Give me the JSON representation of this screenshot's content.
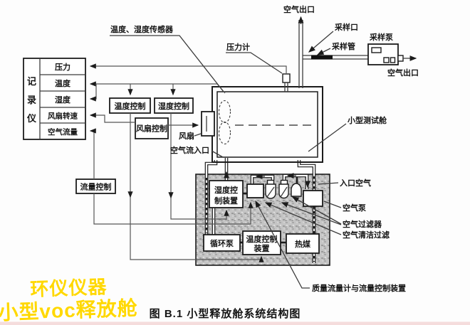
{
  "caption": "图 B.1  小型释放舱系统结构图",
  "watermark": {
    "line1": "环仪仪器",
    "line2": "小型voc释放舱",
    "color": "#ffd800"
  },
  "recorder": {
    "chars": [
      "记",
      "录",
      "仪"
    ],
    "rows": [
      "压力",
      "温度",
      "湿度",
      "风扇转速",
      "空气流量"
    ]
  },
  "controls": {
    "temperature": "温度控制",
    "humidity": "湿度控制",
    "fan": "风扇控制",
    "flow": "流量控制"
  },
  "chamber": {
    "name": "小型测试舱",
    "fan": "风扇",
    "air_inlet": "空气流入口",
    "sensor": "温度、湿度传感器",
    "pressure_gauge": "压力计"
  },
  "sampling": {
    "air_outlet_top": "空气出口",
    "port": "采样口",
    "tube": "采样管",
    "pump": "采样泵",
    "air_outlet_right": "空气出口"
  },
  "conditioning": {
    "humidity_device": [
      "湿度控",
      "制装置"
    ],
    "circulation_pump": "循环泵",
    "temperature_device": [
      "温度控制",
      "装置"
    ],
    "heat_medium": "热媒",
    "inlet_air": "入口空气",
    "air_pump": "空气泵",
    "air_filter": "空气过滤器",
    "air_clean_filter": "空气清洁过滤",
    "mass_flow": "质量流量计与流量控制装置"
  },
  "colors": {
    "line": "#2b2b2b",
    "hatch_bg": "#c4c4c4",
    "watermark": "#ffd800",
    "footer_strip": "#f5dcdc"
  }
}
